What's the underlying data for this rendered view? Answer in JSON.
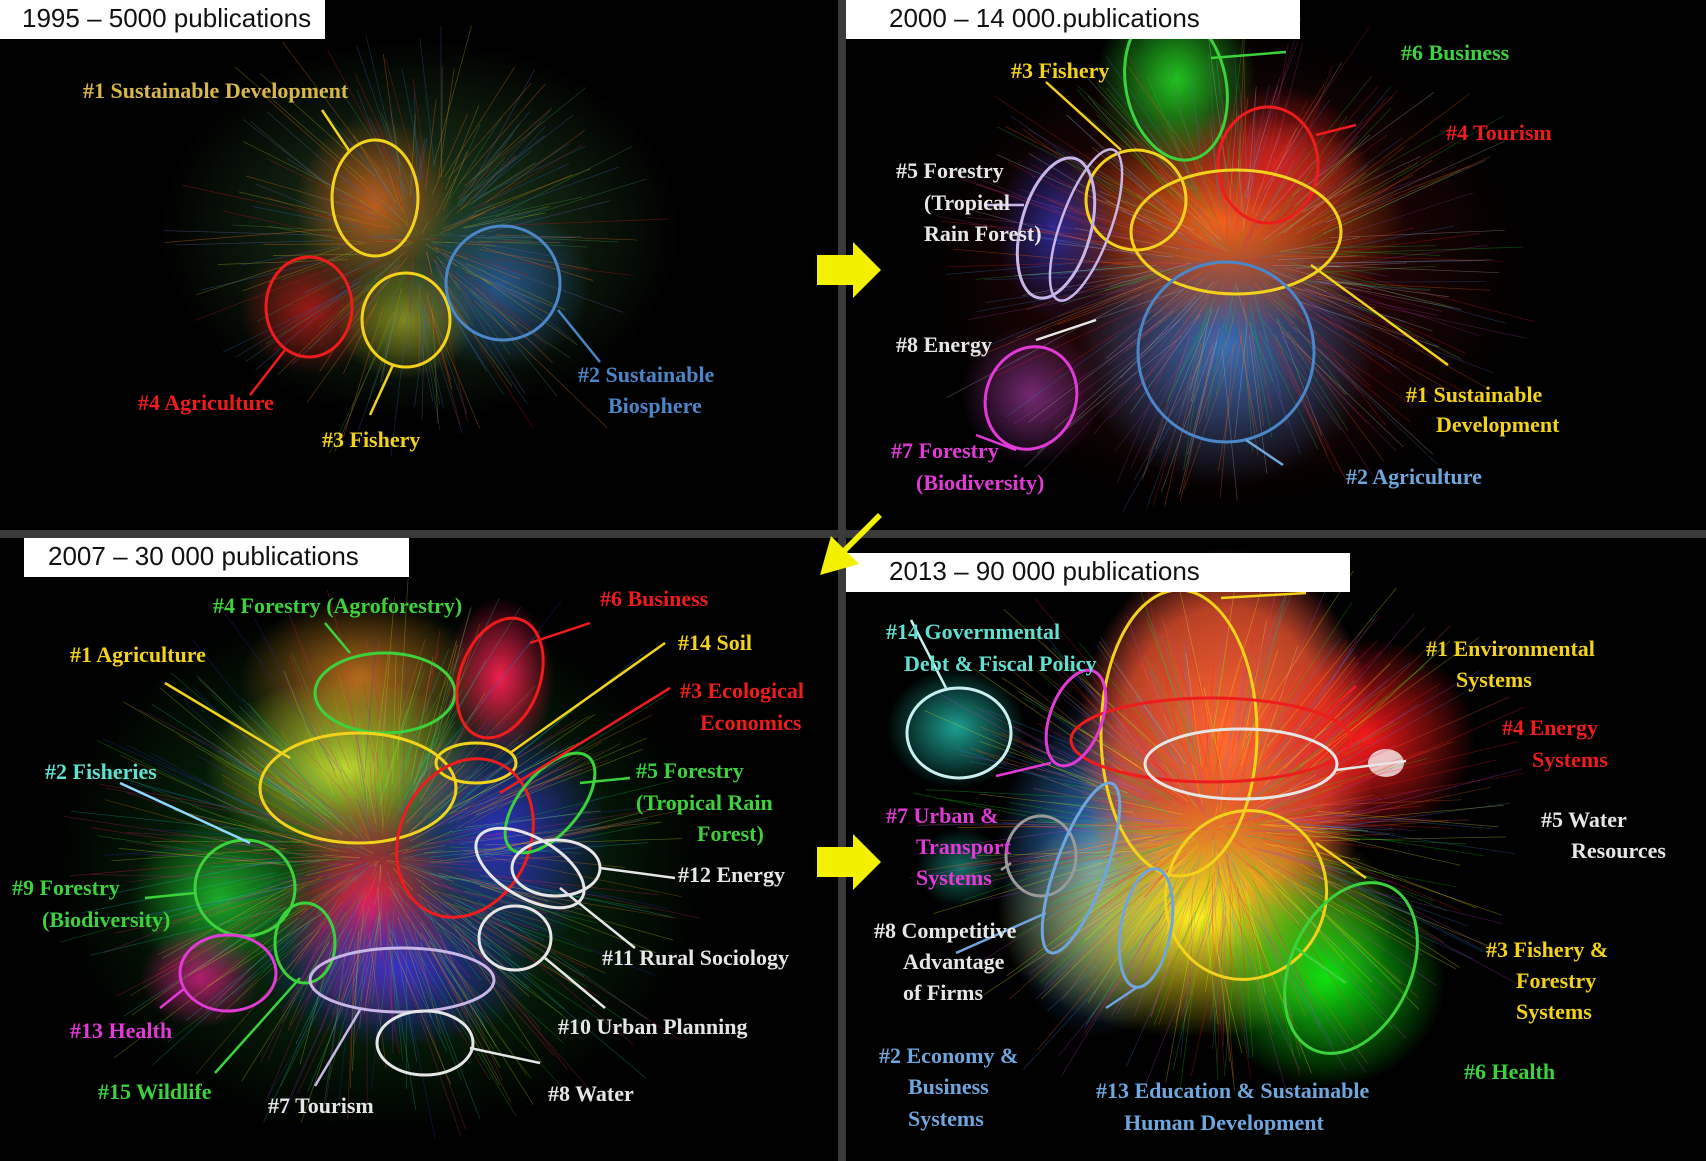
{
  "colors": {
    "yellow": "#f2d21a",
    "gold": "#d9b84a",
    "red": "#ee1c1c",
    "blue": "#4a86c8",
    "green": "#3cd23c",
    "white": "#e6e6e6",
    "lavender": "#c9b6e8",
    "magenta": "#e23ad6",
    "lightblue": "#6fa6dd",
    "teal": "#5fe0d0",
    "arrow": "#f4f100"
  },
  "panels": {
    "p1995": {
      "title": "1995 – 5000 publications",
      "labels": [
        {
          "t": "#1 Sustainable Development",
          "c": "gold"
        },
        {
          "t": "#4 Agriculture",
          "c": "red"
        },
        {
          "t": "#3 Fishery",
          "c": "yellow"
        },
        {
          "t": "#2 Sustainable",
          "c": "blue"
        },
        {
          "t": "Biosphere",
          "c": "blue"
        }
      ]
    },
    "p2000": {
      "title": "2000 – 14 000.publications",
      "labels": [
        {
          "t": "#3 Fishery",
          "c": "yellow"
        },
        {
          "t": "#6 Business",
          "c": "green"
        },
        {
          "t": "#4 Tourism",
          "c": "red"
        },
        {
          "t": "#5 Forestry",
          "c": "white"
        },
        {
          "t": "(Tropical",
          "c": "white"
        },
        {
          "t": "Rain  Forest)",
          "c": "white"
        },
        {
          "t": "#8 Energy",
          "c": "white"
        },
        {
          "t": "#1 Sustainable",
          "c": "yellow"
        },
        {
          "t": "Development",
          "c": "yellow"
        },
        {
          "t": "#7 Forestry",
          "c": "magenta"
        },
        {
          "t": "(Biodiversity)",
          "c": "magenta"
        },
        {
          "t": "#2 Agriculture",
          "c": "lightblue"
        }
      ]
    },
    "p2007": {
      "title": "2007 – 30 000 publications",
      "labels": [
        {
          "t": "#4 Forestry (Agroforestry)",
          "c": "green"
        },
        {
          "t": "#6 Business",
          "c": "red"
        },
        {
          "t": "#14 Soil",
          "c": "yellow"
        },
        {
          "t": "#1 Agriculture",
          "c": "yellow"
        },
        {
          "t": "#3 Ecological",
          "c": "red"
        },
        {
          "t": "Economics",
          "c": "red"
        },
        {
          "t": "#2 Fisheries",
          "c": "teal"
        },
        {
          "t": "#5 Forestry",
          "c": "green"
        },
        {
          "t": "(Tropical Rain",
          "c": "green"
        },
        {
          "t": "Forest)",
          "c": "green"
        },
        {
          "t": "#12 Energy",
          "c": "white"
        },
        {
          "t": "#9 Forestry",
          "c": "green"
        },
        {
          "t": "(Biodiversity)",
          "c": "green"
        },
        {
          "t": "#11 Rural Sociology",
          "c": "white"
        },
        {
          "t": "#13 Health",
          "c": "magenta"
        },
        {
          "t": "#10 Urban Planning",
          "c": "white"
        },
        {
          "t": "#15 Wildlife",
          "c": "green"
        },
        {
          "t": "#7 Tourism",
          "c": "white"
        },
        {
          "t": "#8 Water",
          "c": "white"
        }
      ]
    },
    "p2013": {
      "title": "2013  – 90 000 publications",
      "labels": [
        {
          "t": "#14 Governmental",
          "c": "teal"
        },
        {
          "t": "Debt & Fiscal Policy",
          "c": "teal"
        },
        {
          "t": "#1 Environmental",
          "c": "yellow"
        },
        {
          "t": "Systems",
          "c": "yellow"
        },
        {
          "t": "#4 Energy",
          "c": "red"
        },
        {
          "t": "Systems",
          "c": "red"
        },
        {
          "t": "#7 Urban &",
          "c": "magenta"
        },
        {
          "t": "Transport",
          "c": "magenta"
        },
        {
          "t": "Systems",
          "c": "magenta"
        },
        {
          "t": "#5 Water",
          "c": "white"
        },
        {
          "t": "Resources",
          "c": "white"
        },
        {
          "t": "#8 Competitive",
          "c": "white"
        },
        {
          "t": "Advantage",
          "c": "white"
        },
        {
          "t": "of Firms",
          "c": "white"
        },
        {
          "t": "#3 Fishery &",
          "c": "yellow"
        },
        {
          "t": "Forestry",
          "c": "yellow"
        },
        {
          "t": "Systems",
          "c": "yellow"
        },
        {
          "t": "#2 Economy &",
          "c": "lightblue"
        },
        {
          "t": "Business",
          "c": "lightblue"
        },
        {
          "t": "Systems",
          "c": "lightblue"
        },
        {
          "t": "#6 Health",
          "c": "green"
        },
        {
          "t": "#13 Education & Sustainable",
          "c": "lightblue"
        },
        {
          "t": "Human Development",
          "c": "lightblue"
        }
      ]
    }
  }
}
